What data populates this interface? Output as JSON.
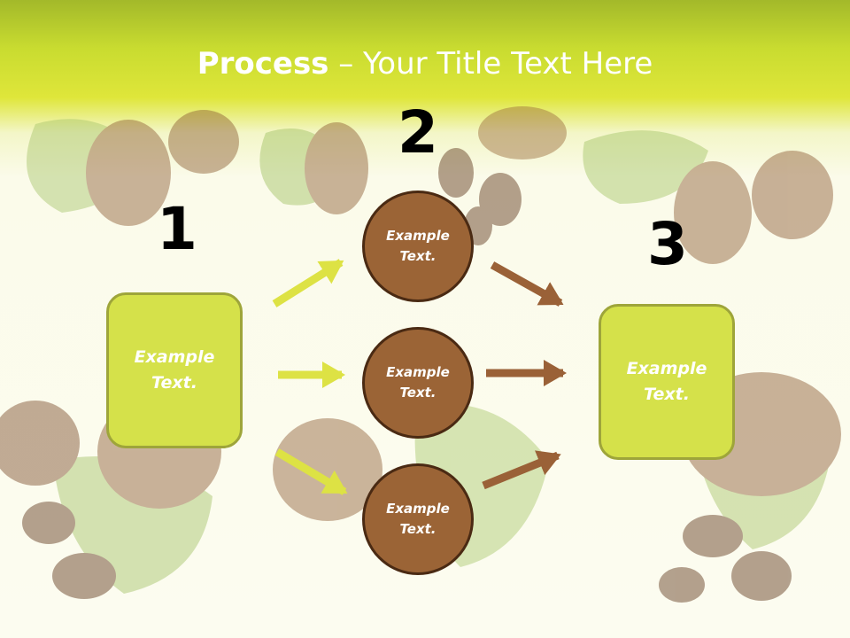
{
  "title": {
    "bold": "Process",
    "rest": " – Your Title Text Here"
  },
  "steps": {
    "n1": "1",
    "n2": "2",
    "n3": "3"
  },
  "boxes": {
    "left": "Example\nText.",
    "right": "Example\nText."
  },
  "circles": {
    "top": "Example\nText.",
    "middle": "Example\nText.",
    "bottom": "Example\nText."
  },
  "colors": {
    "box_fill": "#d5e14a",
    "box_border": "#9ea53a",
    "circle_fill": "#9b6436",
    "circle_border": "#4a2a13",
    "arrow_green": "#dde244",
    "arrow_brown": "#9a6137",
    "header_green": "#c9dc30"
  },
  "icons": {
    "background": "hazelnut-coffee-leaf-photo"
  }
}
